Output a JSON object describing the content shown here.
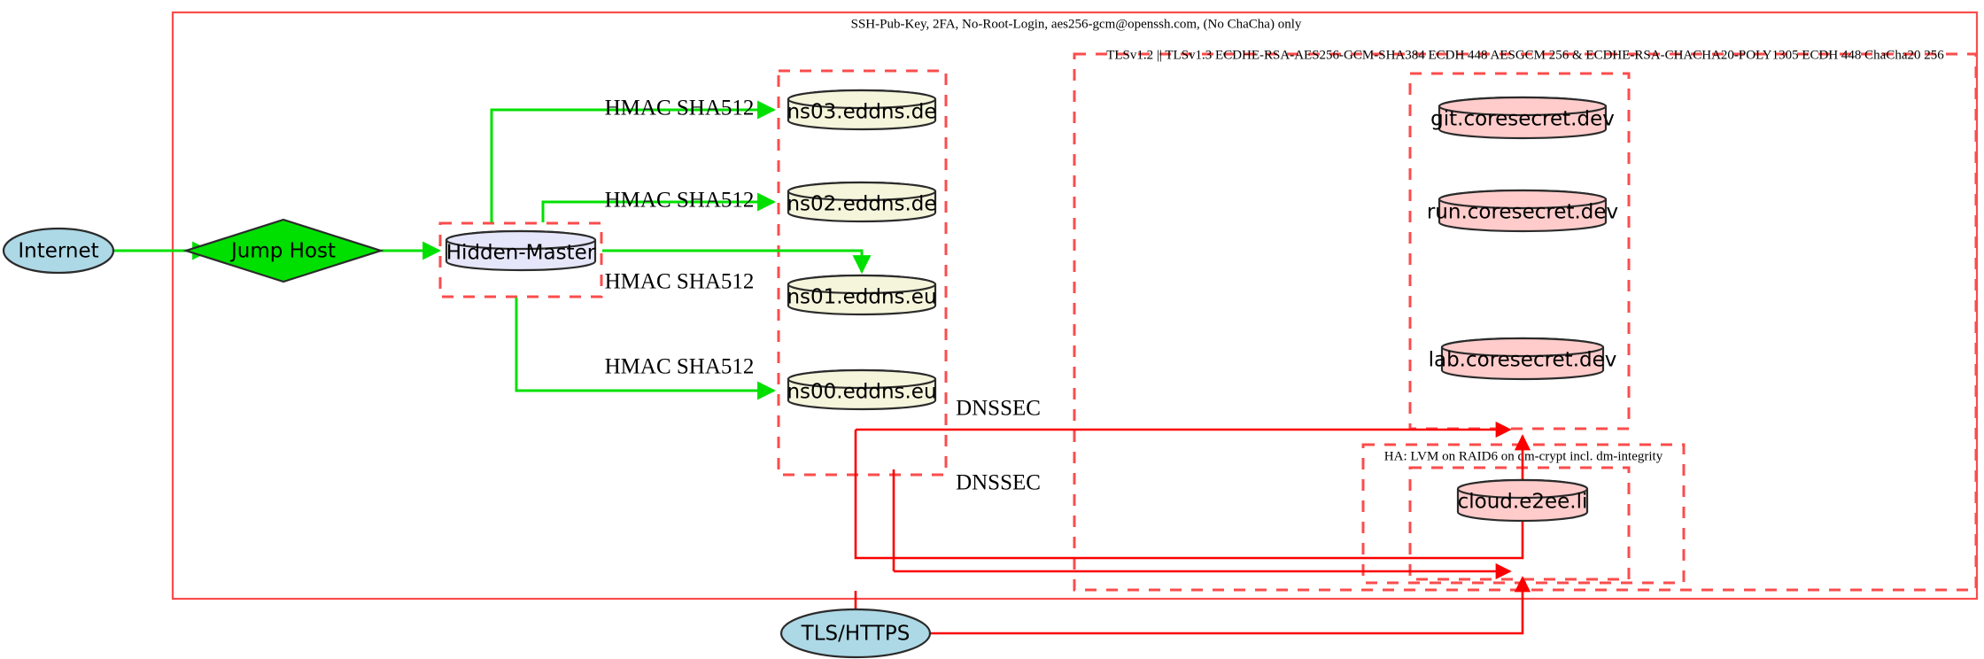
{
  "diagram": {
    "title_labels": {
      "outer_ssh": "SSH-Pub-Key, 2FA, No-Root-Login, aes256-gcm@openssh.com, (No ChaCha) only",
      "tls_cluster": "TLSv1.2 || TLSv1.3 ECDHE-RSA-AES256-GCM-SHA384 ECDH 448 AESGCM 256 & ECDHE-RSA-CHACHA20-POLY1305 ECDH 448 ChaCha20 256",
      "ha_cluster": "HA: LVM on RAID6 on dm-crypt incl. dm-integrity"
    },
    "nodes": {
      "internet": "Internet",
      "jump_host": "Jump Host",
      "hidden_master": "Hidden-Master",
      "ns03": "ns03.eddns.de",
      "ns02": "ns02.eddns.de",
      "ns01": "ns01.eddns.eu",
      "ns00": "ns00.eddns.eu",
      "git": "git.coresecret.dev",
      "run": "run.coresecret.dev",
      "lab": "lab.coresecret.dev",
      "cloud": "cloud.e2ee.li",
      "tls_https": "TLS/HTTPS"
    },
    "edge_labels": {
      "hmac_ns03": "HMAC SHA512",
      "hmac_ns02": "HMAC SHA512",
      "hmac_ns01": "HMAC SHA512",
      "hmac_ns00": "HMAC SHA512",
      "dnssec_upper": "DNSSEC",
      "dnssec_lower": "DNSSEC"
    },
    "colors": {
      "internet_fill": "#add8e6",
      "jump_host_fill": "#00e000",
      "hidden_master_fill": "#e6e6fa",
      "ns_fill": "#f5f5dc",
      "coresecret_fill": "#ffcccb",
      "boundary_red": "#fb4c4c",
      "edge_green": "#00e000",
      "edge_red": "#fb0000",
      "node_stroke": "#2b2b2b"
    }
  }
}
